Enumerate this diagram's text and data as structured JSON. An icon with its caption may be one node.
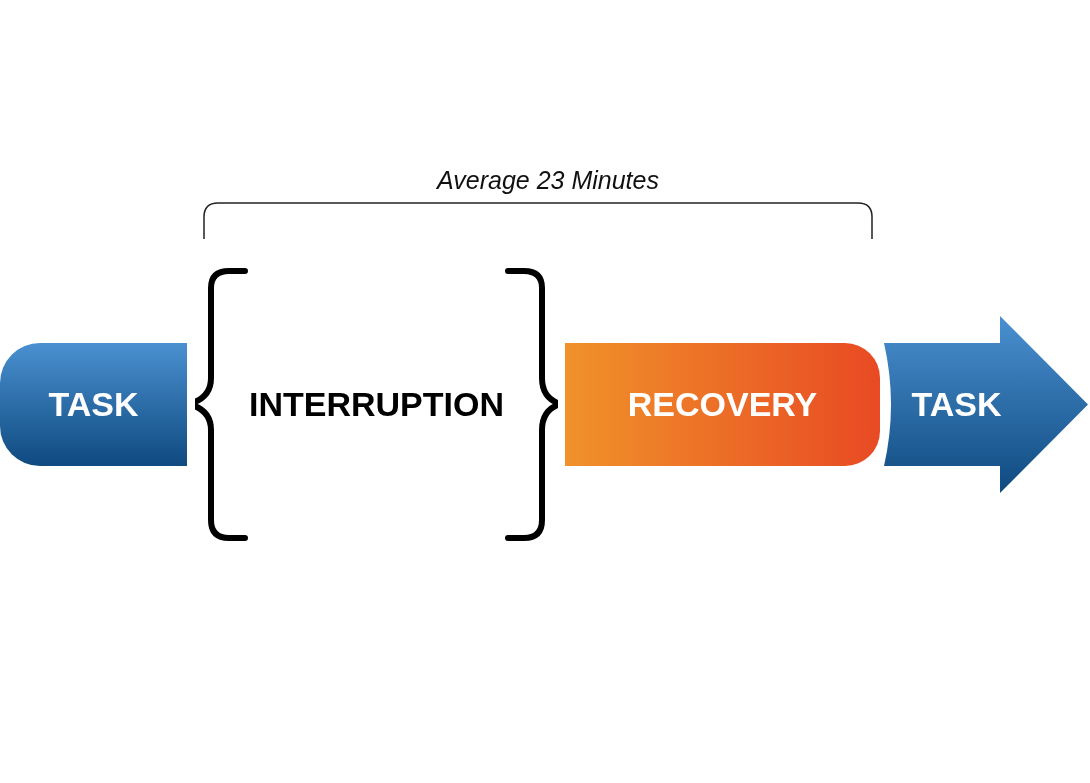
{
  "diagram": {
    "nodes": [
      {
        "text": [
          "TASK"
        ]
      },
      {
        "text": [
          "INTERRUPTION"
        ]
      },
      {
        "text": [
          "RECOVERY"
        ]
      },
      {
        "text": [
          "TASK"
        ]
      }
    ],
    "labels": [
      "Average 23 Minutes"
    ]
  }
}
